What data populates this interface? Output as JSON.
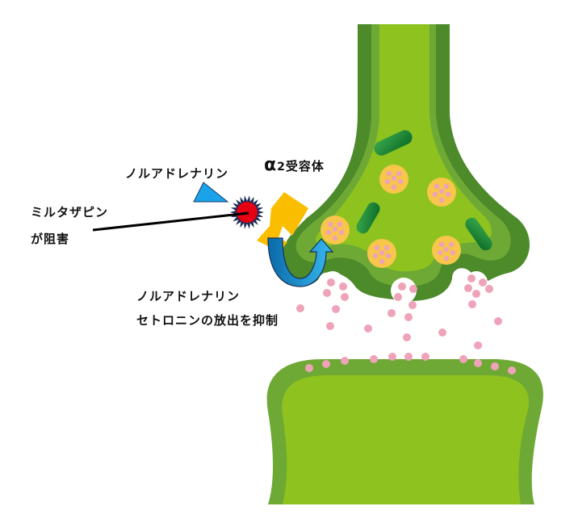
{
  "labels": {
    "noradrenaline_top": "ノルアドレナリン",
    "alpha_symbol": "α",
    "alpha_sub": "2",
    "receptor": "受容体",
    "mirtazapine_line1": "ミルタザピン",
    "mirtazapine_line2": "が阻害",
    "release_line1": "ノルアドレナリン",
    "release_line2": "セトロニンの放出を抑制"
  },
  "colors": {
    "neuron_fill": "#8dc21f",
    "neuron_mid": "#6ea935",
    "neuron_edge": "#4c8a2a",
    "vesicle": "#f7c64a",
    "transmitter": "#eea3b8",
    "receptor": "#fbbd00",
    "noradrenaline": "#1aa3e8",
    "antagonist": "#e60012",
    "arrow": "#1e90d0"
  }
}
